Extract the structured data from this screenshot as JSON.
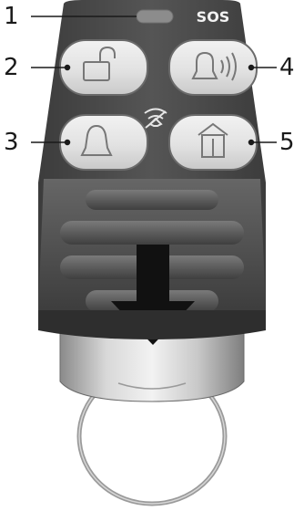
{
  "device": {
    "sos_label": "SOS",
    "led": "status-led",
    "buttons": [
      {
        "id": "unlock",
        "icon": "open-padlock-icon"
      },
      {
        "id": "audible-alarm",
        "icon": "bell-with-sound-waves-icon"
      },
      {
        "id": "bell",
        "icon": "bell-icon"
      },
      {
        "id": "home",
        "icon": "house-icon"
      }
    ],
    "center_icon": "signal-hand-icon",
    "slider_icon": "down-arrow-icon",
    "keyring": "key-ring"
  },
  "callouts": [
    {
      "number": "1"
    },
    {
      "number": "2"
    },
    {
      "number": "3"
    },
    {
      "number": "4"
    },
    {
      "number": "5"
    }
  ],
  "colors": {
    "body_dark": "#4a4a4a",
    "button_light": "#e6e6e6",
    "button_outline": "#6e6e6e",
    "led": "#8a8a8a",
    "slider_top": "#5a5a5a",
    "slider_bottom": "#3f3f3f",
    "arrow": "#111111",
    "metal_light": "#dcdcdc",
    "metal_dark": "#8c8c8c",
    "ring": "#aaaaaa"
  }
}
